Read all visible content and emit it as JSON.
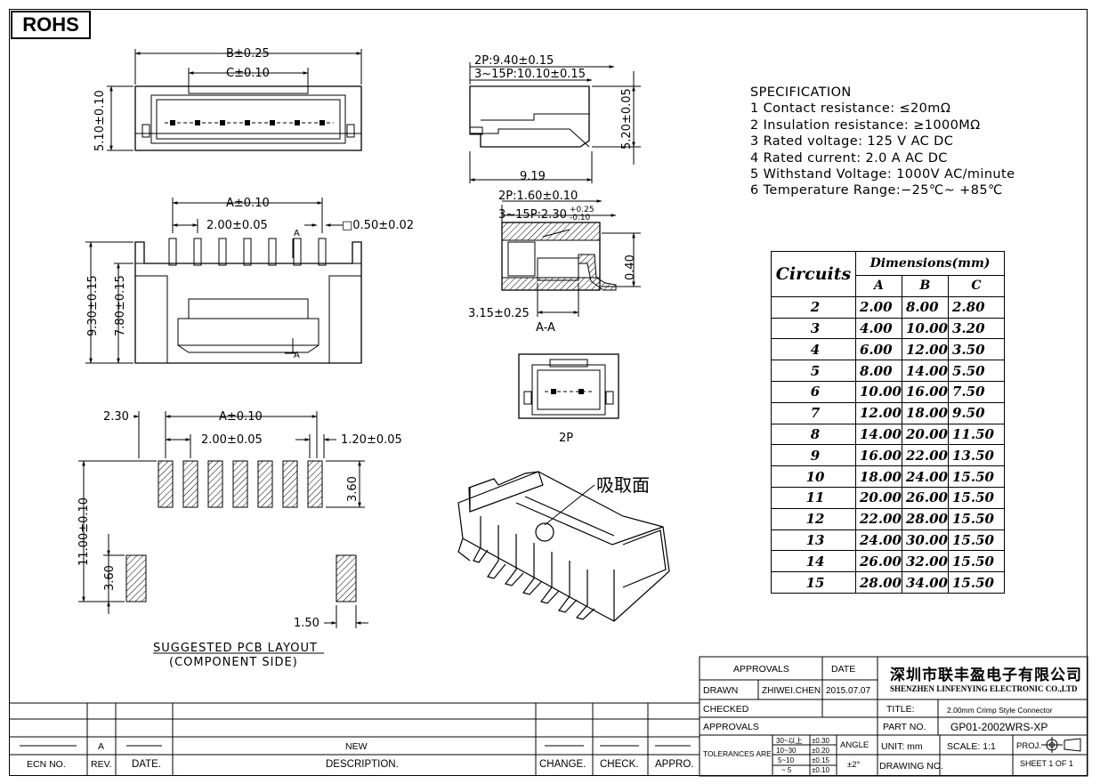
{
  "badge": "ROHS",
  "drawing_labels": {
    "b_dim": "B±0.25",
    "c_dim": "C±0.10",
    "h_510": "5.10±0.10",
    "top_2p": "2P:9.40±0.15",
    "top_3_15p": "3~15P:10.10±0.15",
    "h_520": "5.20±0.05",
    "w_919": "9.19",
    "a_dim": "A±0.10",
    "pitch": "2.00±0.05",
    "sq_pin": "□0.50±0.02",
    "section_mark": "A",
    "h_930": "9.30±0.15",
    "h_780": "7.80±0.15",
    "sec_2p": "2P:1.60±0.10",
    "sec_3_15p": "3~15P:2.30",
    "sec_tol_plus": "+0.25",
    "sec_tol_minus": "-0.10",
    "t_040": "0.40",
    "w_315": "3.15±0.25",
    "section_title": "A-A",
    "view_2p": "2P",
    "pcb_230": "2.30",
    "pcb_a": "A±0.10",
    "pcb_pitch": "2.00±0.05",
    "pcb_120": "1.20±0.05",
    "pcb_360a": "3.60",
    "pcb_1100": "11.00±0.10",
    "pcb_360b": "3.60",
    "pcb_150": "1.50",
    "pcb_title": "SUGGESTED PCB LAYOUT",
    "pcb_subtitle": "(COMPONENT SIDE)",
    "pickup": "吸取面"
  },
  "specification": {
    "title": "SPECIFICATION",
    "items": [
      "1  Contact  resistance: ≤20mΩ",
      "2  Insulation  resistance: ≥1000MΩ",
      "3  Rated  voltage: 125  V  AC  DC",
      "4  Rated  current: 2.0  A  AC  DC",
      "5  Withstand  Voltage: 1000V  AC/minute",
      "6  Temperature  Range:−25℃~  +85℃"
    ]
  },
  "dimensions_table": {
    "circuits_label": "Circuits",
    "dimensions_label": "Dimensions(mm)",
    "col_a": "A",
    "col_b": "B",
    "col_c": "C",
    "rows": [
      [
        "2",
        "2.00",
        "8.00",
        "2.80"
      ],
      [
        "3",
        "4.00",
        "10.00",
        "3.20"
      ],
      [
        "4",
        "6.00",
        "12.00",
        "3.50"
      ],
      [
        "5",
        "8.00",
        "14.00",
        "5.50"
      ],
      [
        "6",
        "10.00",
        "16.00",
        "7.50"
      ],
      [
        "7",
        "12.00",
        "18.00",
        "9.50"
      ],
      [
        "8",
        "14.00",
        "20.00",
        "11.50"
      ],
      [
        "9",
        "16.00",
        "22.00",
        "13.50"
      ],
      [
        "10",
        "18.00",
        "24.00",
        "15.50"
      ],
      [
        "11",
        "20.00",
        "26.00",
        "15.50"
      ],
      [
        "12",
        "22.00",
        "28.00",
        "15.50"
      ],
      [
        "13",
        "24.00",
        "30.00",
        "15.50"
      ],
      [
        "14",
        "26.00",
        "32.00",
        "15.50"
      ],
      [
        "15",
        "28.00",
        "34.00",
        "15.50"
      ]
    ]
  },
  "title_block": {
    "approvals": "APPROVALS",
    "date_label": "DATE",
    "drawn": "DRAWN",
    "drawn_by": "ZHIWEI.CHEN",
    "drawn_date": "2015.07.07",
    "checked": "CHECKED",
    "approvals2": "APPROVALS",
    "tolerances": "TOLERANCES  ARE",
    "tol_rows": [
      [
        "30~以上",
        "±0.30"
      ],
      [
        "10~30",
        "±0.20"
      ],
      [
        "5~10",
        "±0.15"
      ],
      [
        "~ 5",
        "±0.10"
      ]
    ],
    "angle": "ANGLE",
    "angle_val": "±2°",
    "company_cn": "深圳市联丰盈电子有限公司",
    "company_en": "SHENZHEN LINFENYING ELECTRONIC CO.,LTD",
    "title_label": "TITLE:",
    "title_value": "2.00mm Crimp Style Connector",
    "part_label": "PART NO.",
    "part_value": "GP01-2002WRS-XP",
    "unit": "UNIT:  mm",
    "scale": "SCALE:   1:1",
    "proj": "PROJ.",
    "drawing_no": "DRAWING NO.",
    "sheet": "SHEET   1  OF  1"
  },
  "revision_block": {
    "ecn_header": "ECN  NO.",
    "rev_header": "REV.",
    "date_header": "DATE.",
    "desc_header": "DESCRIPTION.",
    "change_header": "CHANGE.",
    "check_header": "CHECK.",
    "appro_header": "APPRO.",
    "rev_value": "A",
    "desc_value": "NEW"
  }
}
